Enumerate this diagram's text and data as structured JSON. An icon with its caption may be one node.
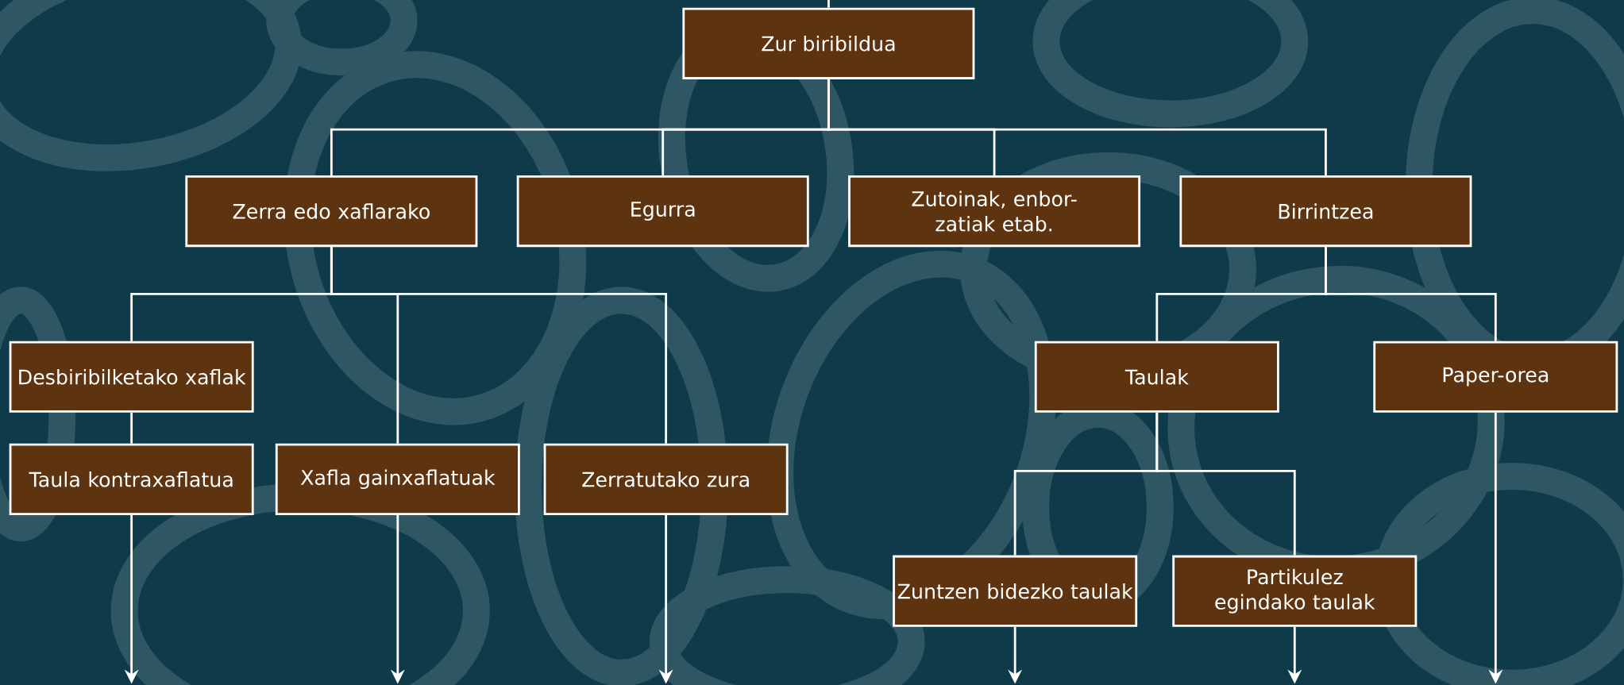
{
  "diagram": {
    "nodes": [
      {
        "text": [
          "Zur biribildua"
        ]
      },
      {
        "text": [
          "Zerra edo xaflarako"
        ]
      },
      {
        "text": [
          "Egurra"
        ]
      },
      {
        "text": [
          "Zutoinak, enbor-zatiak etab."
        ]
      },
      {
        "text": [
          "Birrintzea"
        ]
      },
      {
        "text": [
          "Desbiribilketako xaflak"
        ]
      },
      {
        "text": [
          "Taula kontraxaflatua"
        ]
      },
      {
        "text": [
          "Xafla gainxaflatuak"
        ]
      },
      {
        "text": [
          "Zerratutako zura"
        ]
      },
      {
        "text": [
          "Taulak"
        ]
      },
      {
        "text": [
          "Paper-orea"
        ]
      },
      {
        "text": [
          "Zuntzen bidezko taulak"
        ]
      },
      {
        "text": [
          "Partikulez egindako taulak"
        ]
      }
    ],
    "edges": [
      {
        "from": null,
        "to": 0,
        "arrow": "none"
      },
      {
        "from": 0,
        "to": 1,
        "arrow": "none"
      },
      {
        "from": 0,
        "to": 2,
        "arrow": "none"
      },
      {
        "from": 0,
        "to": 3,
        "arrow": "none"
      },
      {
        "from": 0,
        "to": 4,
        "arrow": "none"
      },
      {
        "from": 1,
        "to": 5,
        "arrow": "none"
      },
      {
        "from": 1,
        "to": 7,
        "arrow": "none"
      },
      {
        "from": 1,
        "to": 8,
        "arrow": "none"
      },
      {
        "from": 5,
        "to": 6,
        "arrow": "none"
      },
      {
        "from": 4,
        "to": 9,
        "arrow": "none"
      },
      {
        "from": 4,
        "to": 10,
        "arrow": "none"
      },
      {
        "from": 9,
        "to": 11,
        "arrow": "none"
      },
      {
        "from": 9,
        "to": 12,
        "arrow": "none"
      },
      {
        "from": 6,
        "to": null,
        "arrow": "to"
      },
      {
        "from": 7,
        "to": null,
        "arrow": "to"
      },
      {
        "from": 8,
        "to": null,
        "arrow": "to"
      },
      {
        "from": 11,
        "to": null,
        "arrow": "to"
      },
      {
        "from": 12,
        "to": null,
        "arrow": "to"
      },
      {
        "from": 10,
        "to": null,
        "arrow": "to"
      }
    ]
  }
}
